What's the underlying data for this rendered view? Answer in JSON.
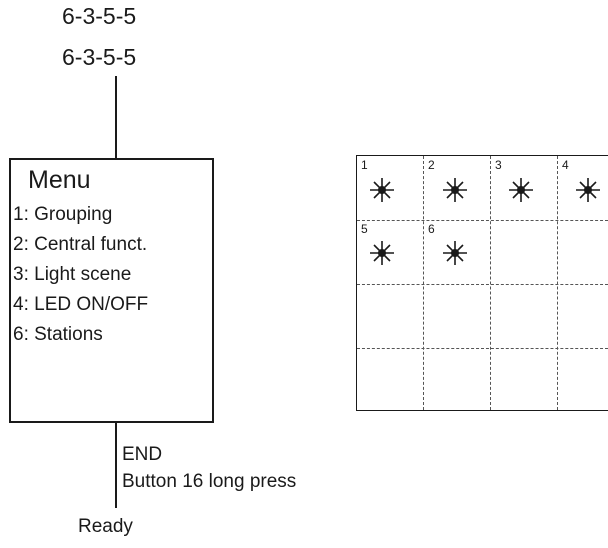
{
  "sequence": {
    "code_line_1": "6-3-5-5",
    "code_line_2": "6-3-5-5"
  },
  "menu": {
    "title": "Menu",
    "items": [
      {
        "label": "1: Grouping"
      },
      {
        "label": "2: Central funct."
      },
      {
        "label": "3: Light scene"
      },
      {
        "label": "4: LED ON/OFF"
      },
      {
        "label": "6: Stations"
      }
    ]
  },
  "exit": {
    "action": "END",
    "instruction": "Button 16 long press",
    "result": "Ready"
  },
  "station_grid": {
    "columns": 4,
    "rows": 4,
    "cells": [
      {
        "number": "1",
        "icon": "asterisk-light-icon"
      },
      {
        "number": "2",
        "icon": "asterisk-light-icon"
      },
      {
        "number": "3",
        "icon": "asterisk-light-icon"
      },
      {
        "number": "4",
        "icon": "asterisk-light-icon"
      },
      {
        "number": "5",
        "icon": "asterisk-light-icon"
      },
      {
        "number": "6",
        "icon": "asterisk-light-icon"
      }
    ]
  }
}
